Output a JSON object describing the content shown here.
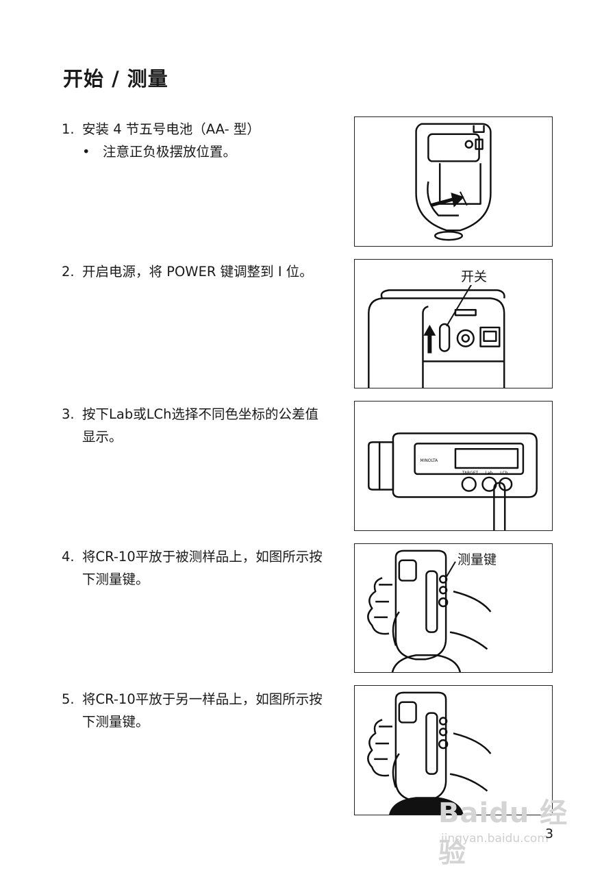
{
  "title": "开始 / 测量",
  "steps": [
    {
      "num": "1.",
      "text": "安装 4 节五号电池（AA- 型）",
      "bullet": "注意正负极摆放位置。"
    },
    {
      "num": "2.",
      "text": "开启电源，将 POWER 键调整到 I 位。",
      "figure_label": "开关"
    },
    {
      "num": "3.",
      "text": "按下Lab或LCh选择不同色坐标的公差值显示。"
    },
    {
      "num": "4.",
      "text": "将CR-10平放于被测样品上，如图所示按下测量键。",
      "figure_label": "测量键"
    },
    {
      "num": "5.",
      "text": "将CR-10平放于另一样品上，如图所示按下测量键。"
    }
  ],
  "page_number": "3",
  "watermark": {
    "brand": "Baidu 经验",
    "url": "jingyan.baidu.com"
  }
}
